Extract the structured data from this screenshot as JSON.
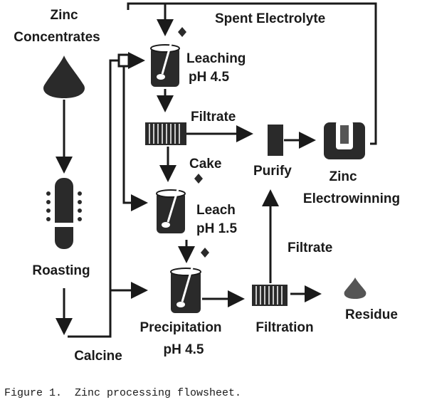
{
  "labels": {
    "zinc_concentrates_1": "Zinc",
    "zinc_concentrates_2": "Concentrates",
    "spent_electrolyte": "Spent Electrolyte",
    "leaching": "Leaching",
    "leaching_ph": "pH 4.5",
    "filtrate_top": "Filtrate",
    "cake": "Cake",
    "purify": "Purify",
    "zinc_ew_1": "Zinc",
    "zinc_ew_2": "Electrowinning",
    "leach": "Leach",
    "leach_ph": "pH 1.5",
    "filtrate_side": "Filtrate",
    "roasting": "Roasting",
    "precipitation": "Precipitation",
    "precipitation_ph": "pH 4.5",
    "filtration": "Filtration",
    "residue": "Residue",
    "calcine": "Calcine"
  },
  "caption": "Figure 1.  Zinc processing flowsheet.",
  "colors": {
    "ink": "#1a1a1a",
    "fill_dark": "#2a2a2a",
    "fill_mid": "#555555"
  }
}
